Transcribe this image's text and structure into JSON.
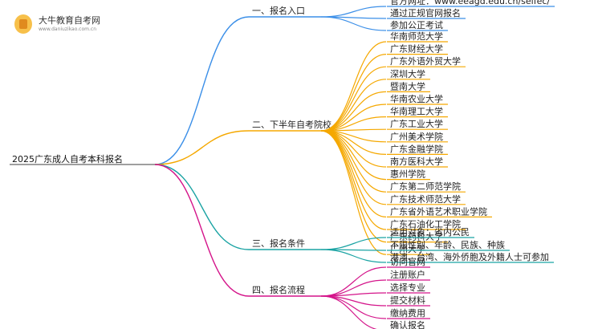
{
  "logo": {
    "title": "大牛教育自考网",
    "url": "www.daniuzikao.com.cn"
  },
  "root": {
    "label": "2025广东成人自考本科报名"
  },
  "branches": [
    {
      "label": "一、报名入口",
      "color": "#3b8fe8",
      "children": [
        "官方网址：www.eeagd.edu.cn/selfec/",
        "通过正规官网报名",
        "参加公正考试"
      ]
    },
    {
      "label": "二、下半年自考院校",
      "color": "#f5a800",
      "children": [
        "华南师范大学",
        "广东财经大学",
        "广东外语外贸大学",
        "深圳大学",
        "暨南大学",
        "华南农业大学",
        "华南理工大学",
        "广东工业大学",
        "广州美术学院",
        "广东金融学院",
        "南方医科大学",
        "惠州学院",
        "广东第二师范学院",
        "广东技术师范大学",
        "广东省外语艺术职业学院",
        "广东石油化工学院",
        "广东药科大学",
        "广州大学"
      ]
    },
    {
      "label": "三、报名条件",
      "color": "#1aa3a3",
      "children": [
        "适用对象：省内公民",
        "不限性别、年龄、民族、种族",
        "港澳、台湾、海外侨胞及外籍人士可参加"
      ]
    },
    {
      "label": "四、报名流程",
      "color": "#d4148a",
      "children": [
        "访问官网",
        "注册账户",
        "选择专业",
        "提交材料",
        "缴纳费用",
        "确认报名"
      ]
    }
  ]
}
